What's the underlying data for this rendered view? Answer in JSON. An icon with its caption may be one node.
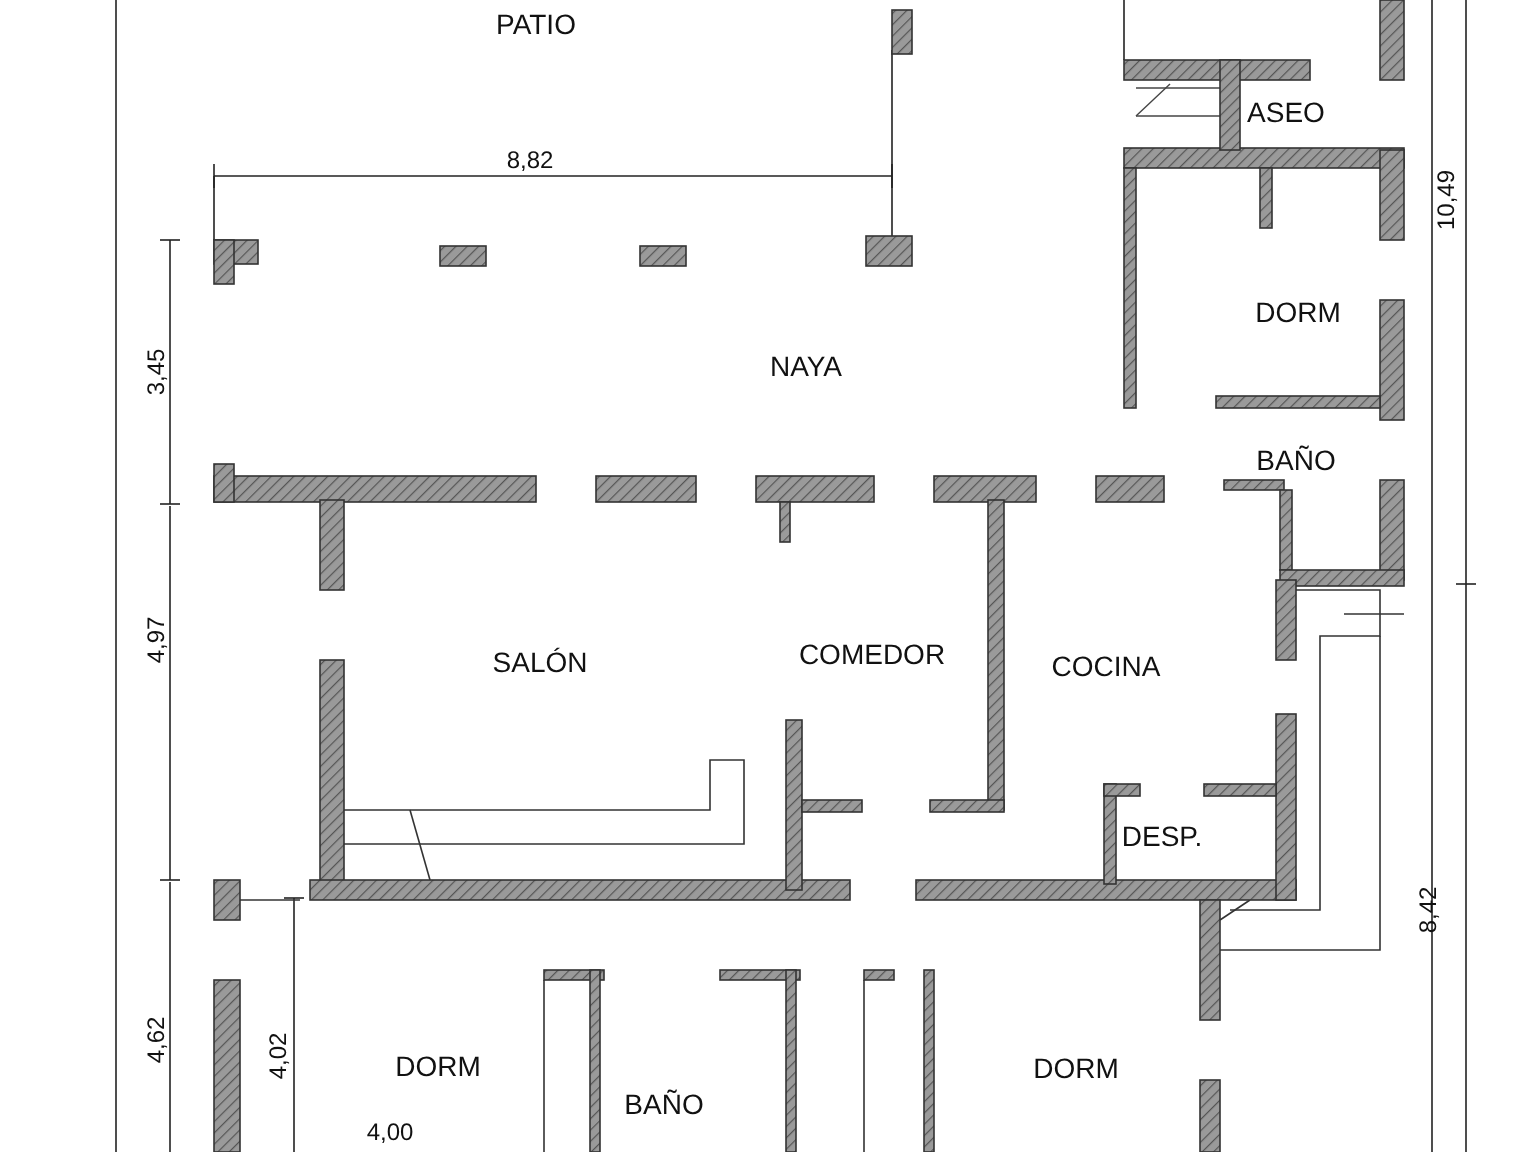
{
  "diagram": {
    "labels": [
      "PATIO",
      "ASEO",
      "8,82",
      "10,49",
      "DORM",
      "NAYA",
      "3,45",
      "BAÑO",
      "SALÓN",
      "COMEDOR",
      "COCINA",
      "4,97",
      "DESP.",
      "8,42",
      "4,62",
      "4,02",
      "DORM",
      "DORM",
      "BAÑO",
      "4,00"
    ]
  }
}
